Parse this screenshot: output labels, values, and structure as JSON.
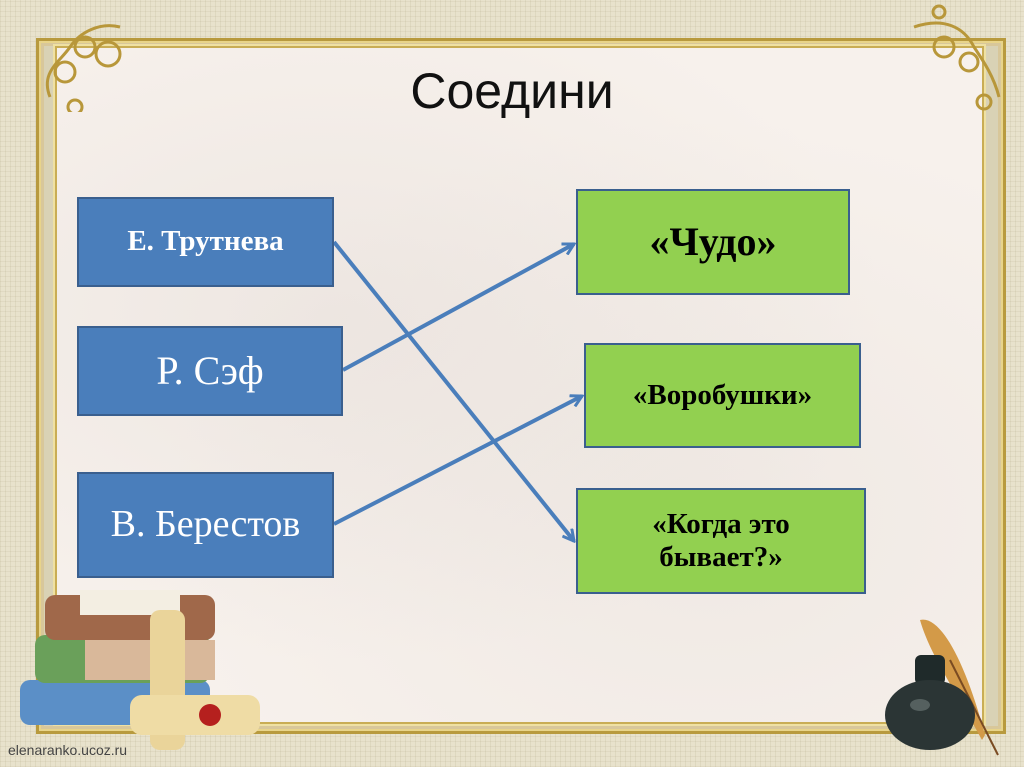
{
  "slide": {
    "title": "Соедини",
    "credit": "elenaranko.ucoz.ru"
  },
  "authors": [
    {
      "label": "Е. Трутнева"
    },
    {
      "label": "Р. Сэф"
    },
    {
      "label": "В. Берестов"
    }
  ],
  "works": [
    {
      "label": "«Чудо»"
    },
    {
      "label": "«Воробушки»"
    },
    {
      "label": "«Когда это бывает?»"
    }
  ],
  "connections": [
    {
      "from": "Е. Трутнева",
      "to": "«Когда это бывает?»"
    },
    {
      "from": "Р. Сэф",
      "to": "«Чудо»"
    },
    {
      "from": "В. Берестов",
      "to": "«Воробушки»"
    }
  ],
  "colors": {
    "author_box": "#4a7ebb",
    "work_box": "#92d050",
    "arrow": "#4a7ebb",
    "frame_gold": "#b89a3e"
  }
}
